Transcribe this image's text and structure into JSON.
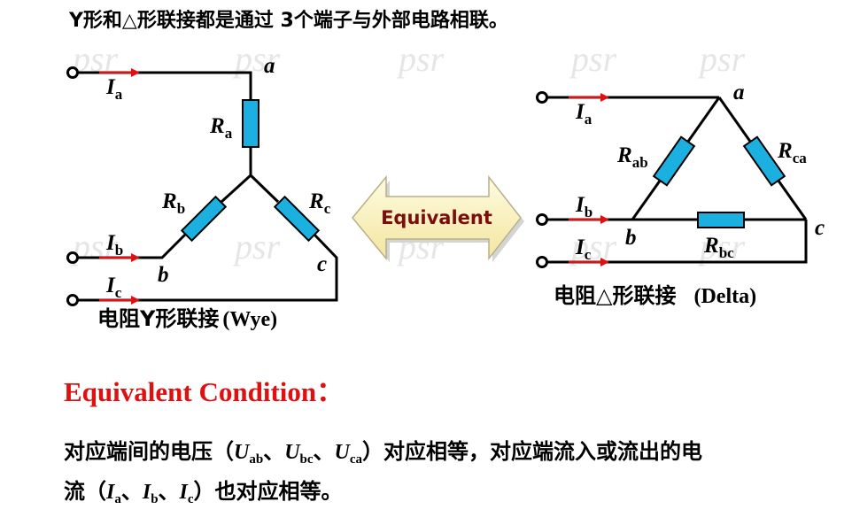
{
  "header": {
    "text": "Y形和△形联接都是通过  3个端子与外部电路相联。"
  },
  "watermark": "psr",
  "wye": {
    "caption_cn": "电阻Y形联接",
    "caption_en": "(Wye)",
    "node_a": "a",
    "node_b": "b",
    "node_c": "c",
    "resistor_sym": "R",
    "res_a_sub": "a",
    "res_b_sub": "b",
    "res_c_sub": "c",
    "current_sym": "I",
    "cur_a_sub": "a",
    "cur_b_sub": "b",
    "cur_c_sub": "c"
  },
  "delta": {
    "caption_cn": "电阻△形联接",
    "caption_en": "(Delta)",
    "node_a": "a",
    "node_b": "b",
    "node_c": "c",
    "resistor_sym": "R",
    "res_ab_sub": "ab",
    "res_bc_sub": "bc",
    "res_ca_sub": "ca",
    "current_sym": "I",
    "cur_a_sub": "a",
    "cur_b_sub": "b",
    "cur_c_sub": "c"
  },
  "arrow": {
    "label": "Equivalent"
  },
  "condition": {
    "title": "Equivalent Condition",
    "title_colon": "：",
    "line1_pre": "对应端间的电压",
    "paren_open": "（",
    "paren_close": "）",
    "sep": "、",
    "volt_sym": "U",
    "volt_subs": [
      "ab",
      "bc",
      "ca"
    ],
    "line1_post": "对应相等，对应端流入或流出的电",
    "line2_pre": "流",
    "cur_sym": "I",
    "cur_subs": [
      "a",
      "b",
      "c"
    ],
    "line2_post": "也对应相等。"
  },
  "colors": {
    "resistor": "#1cb0e0",
    "arrow_head": "#e01010",
    "arrow_fill": "#fff6c8",
    "condition_title": "#e01010"
  }
}
